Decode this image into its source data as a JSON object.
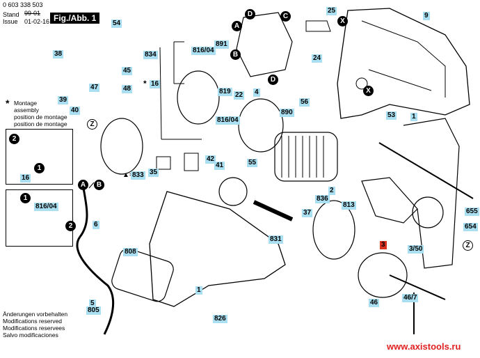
{
  "header": {
    "part_number": "0 603 338 503",
    "stand_label": "Stand",
    "issue_label": "Issue",
    "old_date": "99-01",
    "date": "01-02-16",
    "figure": "Fig./Abb. 1"
  },
  "legend": {
    "symbol": "*",
    "lines": [
      "Montage",
      "assembly",
      "position de montage",
      "position de montage"
    ]
  },
  "footer": {
    "notes": [
      "Änderungen vorbehalten",
      "Modifications reserved",
      "Modifications reservees",
      "Salvo modificaciones"
    ],
    "website": "www.axistools.ru"
  },
  "labels": {
    "l54": "54",
    "l834": "834",
    "l38": "38",
    "l45": "45",
    "l47": "47",
    "l48": "48",
    "l16": "16",
    "l39": "39",
    "l40": "40",
    "l816a": "816/04",
    "l816b": "816/04",
    "l891": "891",
    "l819": "819",
    "l4": "4",
    "l22": "22",
    "l25": "25",
    "l9": "9",
    "l24": "24",
    "l56": "56",
    "l890": "890",
    "l53": "53",
    "l1a": "1",
    "l42": "42",
    "l41": "41",
    "l55": "55",
    "l35": "35",
    "l833": "833",
    "l2": "2",
    "l836": "836",
    "l813": "813",
    "l37": "37",
    "l831": "831",
    "l3": "3",
    "l350": "3/50",
    "l655": "655",
    "l654": "654",
    "l6": "6",
    "l808": "808",
    "l1b": "1",
    "l5": "5",
    "l805": "805",
    "l826": "826",
    "l46": "46",
    "l467": "46/7",
    "inset_16": "16",
    "inset_816": "816/04"
  },
  "markers": {
    "A": "A",
    "B": "B",
    "C": "C",
    "D": "D",
    "X": "X",
    "Z": "Z",
    "one": "1",
    "two": "2",
    "star": "*",
    "triangle": "▲",
    "eq": "="
  },
  "colors": {
    "label_bg": "#a9dff0",
    "highlight_bg": "#d8321e",
    "website": "#e02020"
  }
}
